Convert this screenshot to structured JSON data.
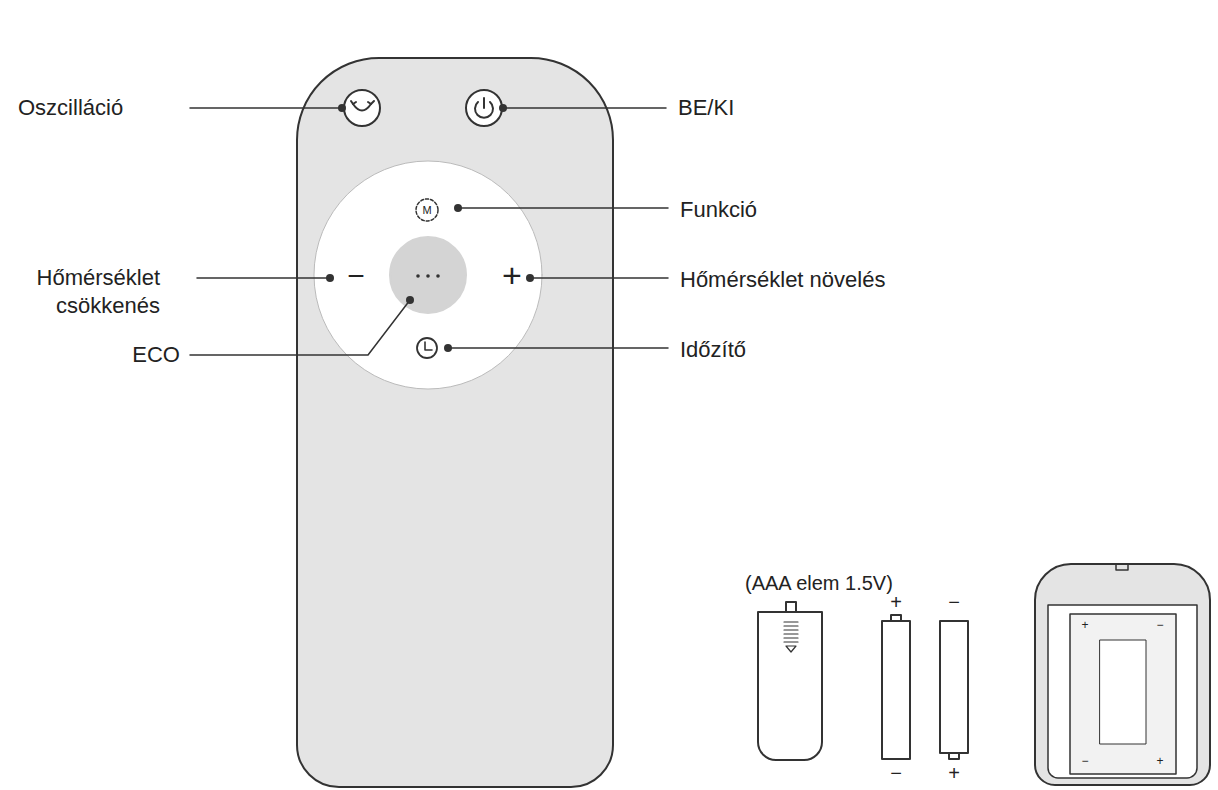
{
  "diagram": {
    "labels": [
      "Oszcilláció",
      "BE/KI",
      "M",
      "Funkció",
      "Hőmérséklet csökkenés",
      "−",
      "+",
      "Hőmérséklet növelés",
      "ECO",
      "Időzítő",
      "(AAA elem 1.5V)",
      "+",
      "−",
      "−",
      "+",
      "+",
      "−",
      "−",
      "+"
    ]
  }
}
